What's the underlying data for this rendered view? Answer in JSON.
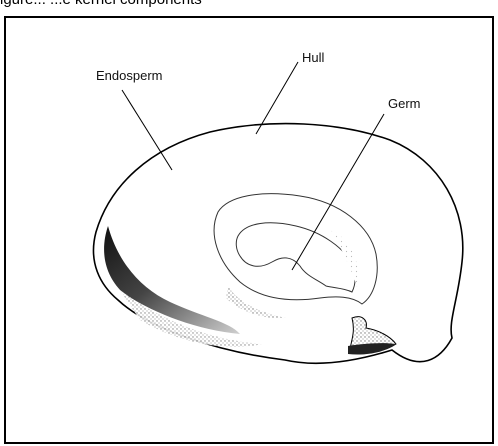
{
  "caption_fragment": "igure... ...e kernel components",
  "labels": {
    "endosperm": "Endosperm",
    "hull": "Hull",
    "germ": "Germ"
  }
}
